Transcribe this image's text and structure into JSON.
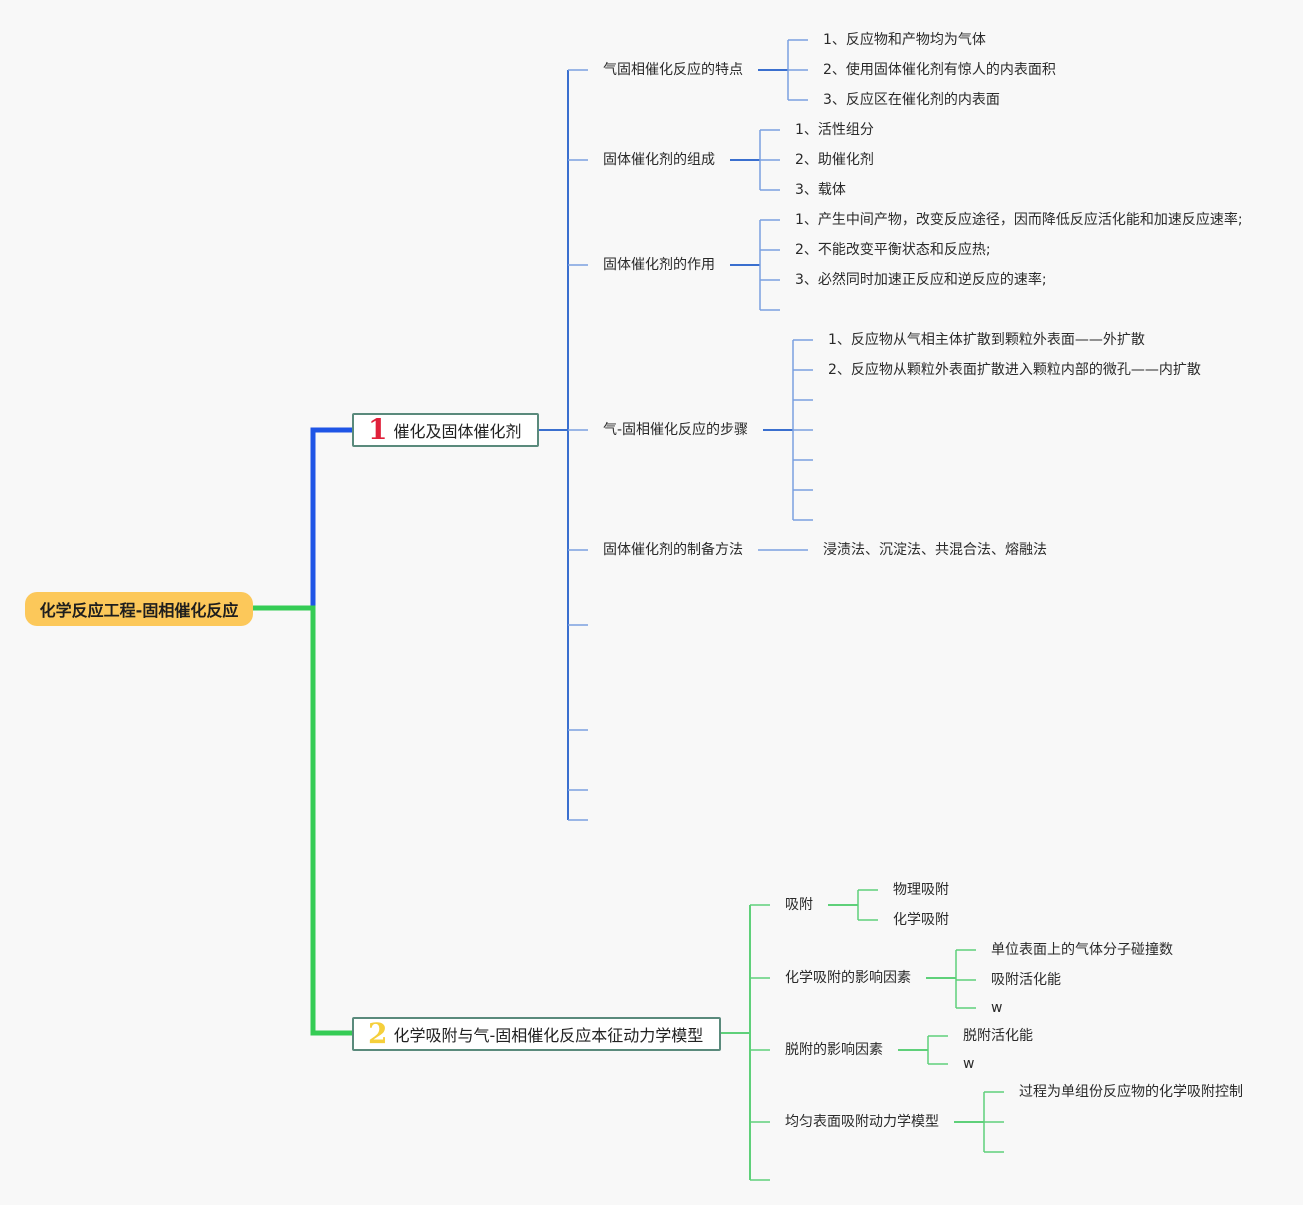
{
  "root": {
    "label": "化学反应工程-固相催化反应"
  },
  "colors": {
    "branch1": "#1f55e6",
    "branch2": "#35cc55",
    "lines1": "#3a6fcf",
    "lines1_light": "#7aa0e0",
    "lines2": "#5fd07a",
    "root_bg": "#fcc85a",
    "num1": "#e0203a",
    "num2": "#f5cf3b"
  },
  "branch1": {
    "number": "1",
    "label": "催化及固体催化剂",
    "topics": [
      {
        "label": "气固相催化反应的特点",
        "items": [
          "1、反应物和产物均为气体",
          "2、使用固体催化剂有惊人的内表面积",
          "3、反应区在催化剂的内表面"
        ]
      },
      {
        "label": "固体催化剂的组成",
        "items": [
          "1、活性组分",
          "2、助催化剂",
          "3、载体"
        ]
      },
      {
        "label": "固体催化剂的作用",
        "items": [
          "1、产生中间产物，改变反应途径，因而降低反应活化能和加速反应速率;",
          "2、不能改变平衡状态和反应热;",
          "3、必然同时加速正反应和逆反应的速率;",
          ""
        ]
      },
      {
        "label": "气-固相催化反应的步骤",
        "items": [
          "1、反应物从气相主体扩散到颗粒外表面——外扩散",
          "2、反应物从颗粒外表面扩散进入颗粒内部的微孔——内扩散",
          "",
          "",
          "",
          "",
          ""
        ]
      },
      {
        "label": "固体催化剂的制备方法",
        "items": [
          "浸渍法、沉淀法、共混合法、熔融法"
        ]
      },
      {
        "label": "",
        "items": []
      },
      {
        "label": "",
        "items": []
      },
      {
        "label": "",
        "items": []
      },
      {
        "label": "",
        "items": []
      }
    ]
  },
  "branch2": {
    "number": "2",
    "label": "化学吸附与气-固相催化反应本征动力学模型",
    "topics": [
      {
        "label": "吸附",
        "items": [
          "物理吸附",
          "化学吸附"
        ]
      },
      {
        "label": "化学吸附的影响因素",
        "items": [
          "单位表面上的气体分子碰撞数",
          "吸附活化能",
          "w"
        ]
      },
      {
        "label": "脱附的影响因素",
        "items": [
          "脱附活化能",
          "w"
        ]
      },
      {
        "label": "均匀表面吸附动力学模型",
        "items": [
          "过程为单组份反应物的化学吸附控制",
          "",
          ""
        ]
      },
      {
        "label": "",
        "items": []
      }
    ]
  }
}
